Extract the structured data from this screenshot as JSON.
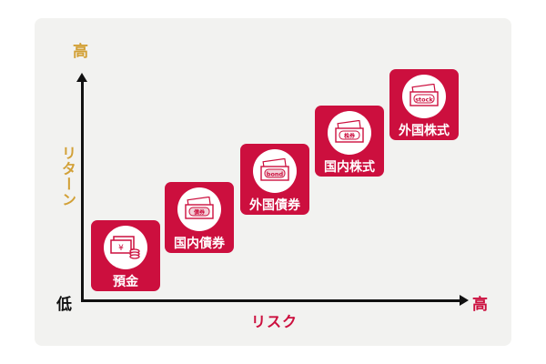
{
  "diagram": {
    "y_axis": {
      "title": "リターン",
      "high_label": "高",
      "color": "#d2a036"
    },
    "x_axis": {
      "title": "リスク",
      "high_label": "高",
      "color": "#cc0f3e"
    },
    "origin_label": "低",
    "card_color": "#cc0f3e",
    "items": [
      {
        "name": "預金",
        "icon": "cash-yen-icon",
        "icon_text": "¥"
      },
      {
        "name": "国内債券",
        "icon": "bond-certificate-icon",
        "icon_text": "債券"
      },
      {
        "name": "外国債券",
        "icon": "bond-certificate-icon",
        "icon_text": "bond"
      },
      {
        "name": "国内株式",
        "icon": "stock-certificate-icon",
        "icon_text": "株券"
      },
      {
        "name": "外国株式",
        "icon": "stock-certificate-icon",
        "icon_text": "stock"
      }
    ]
  }
}
